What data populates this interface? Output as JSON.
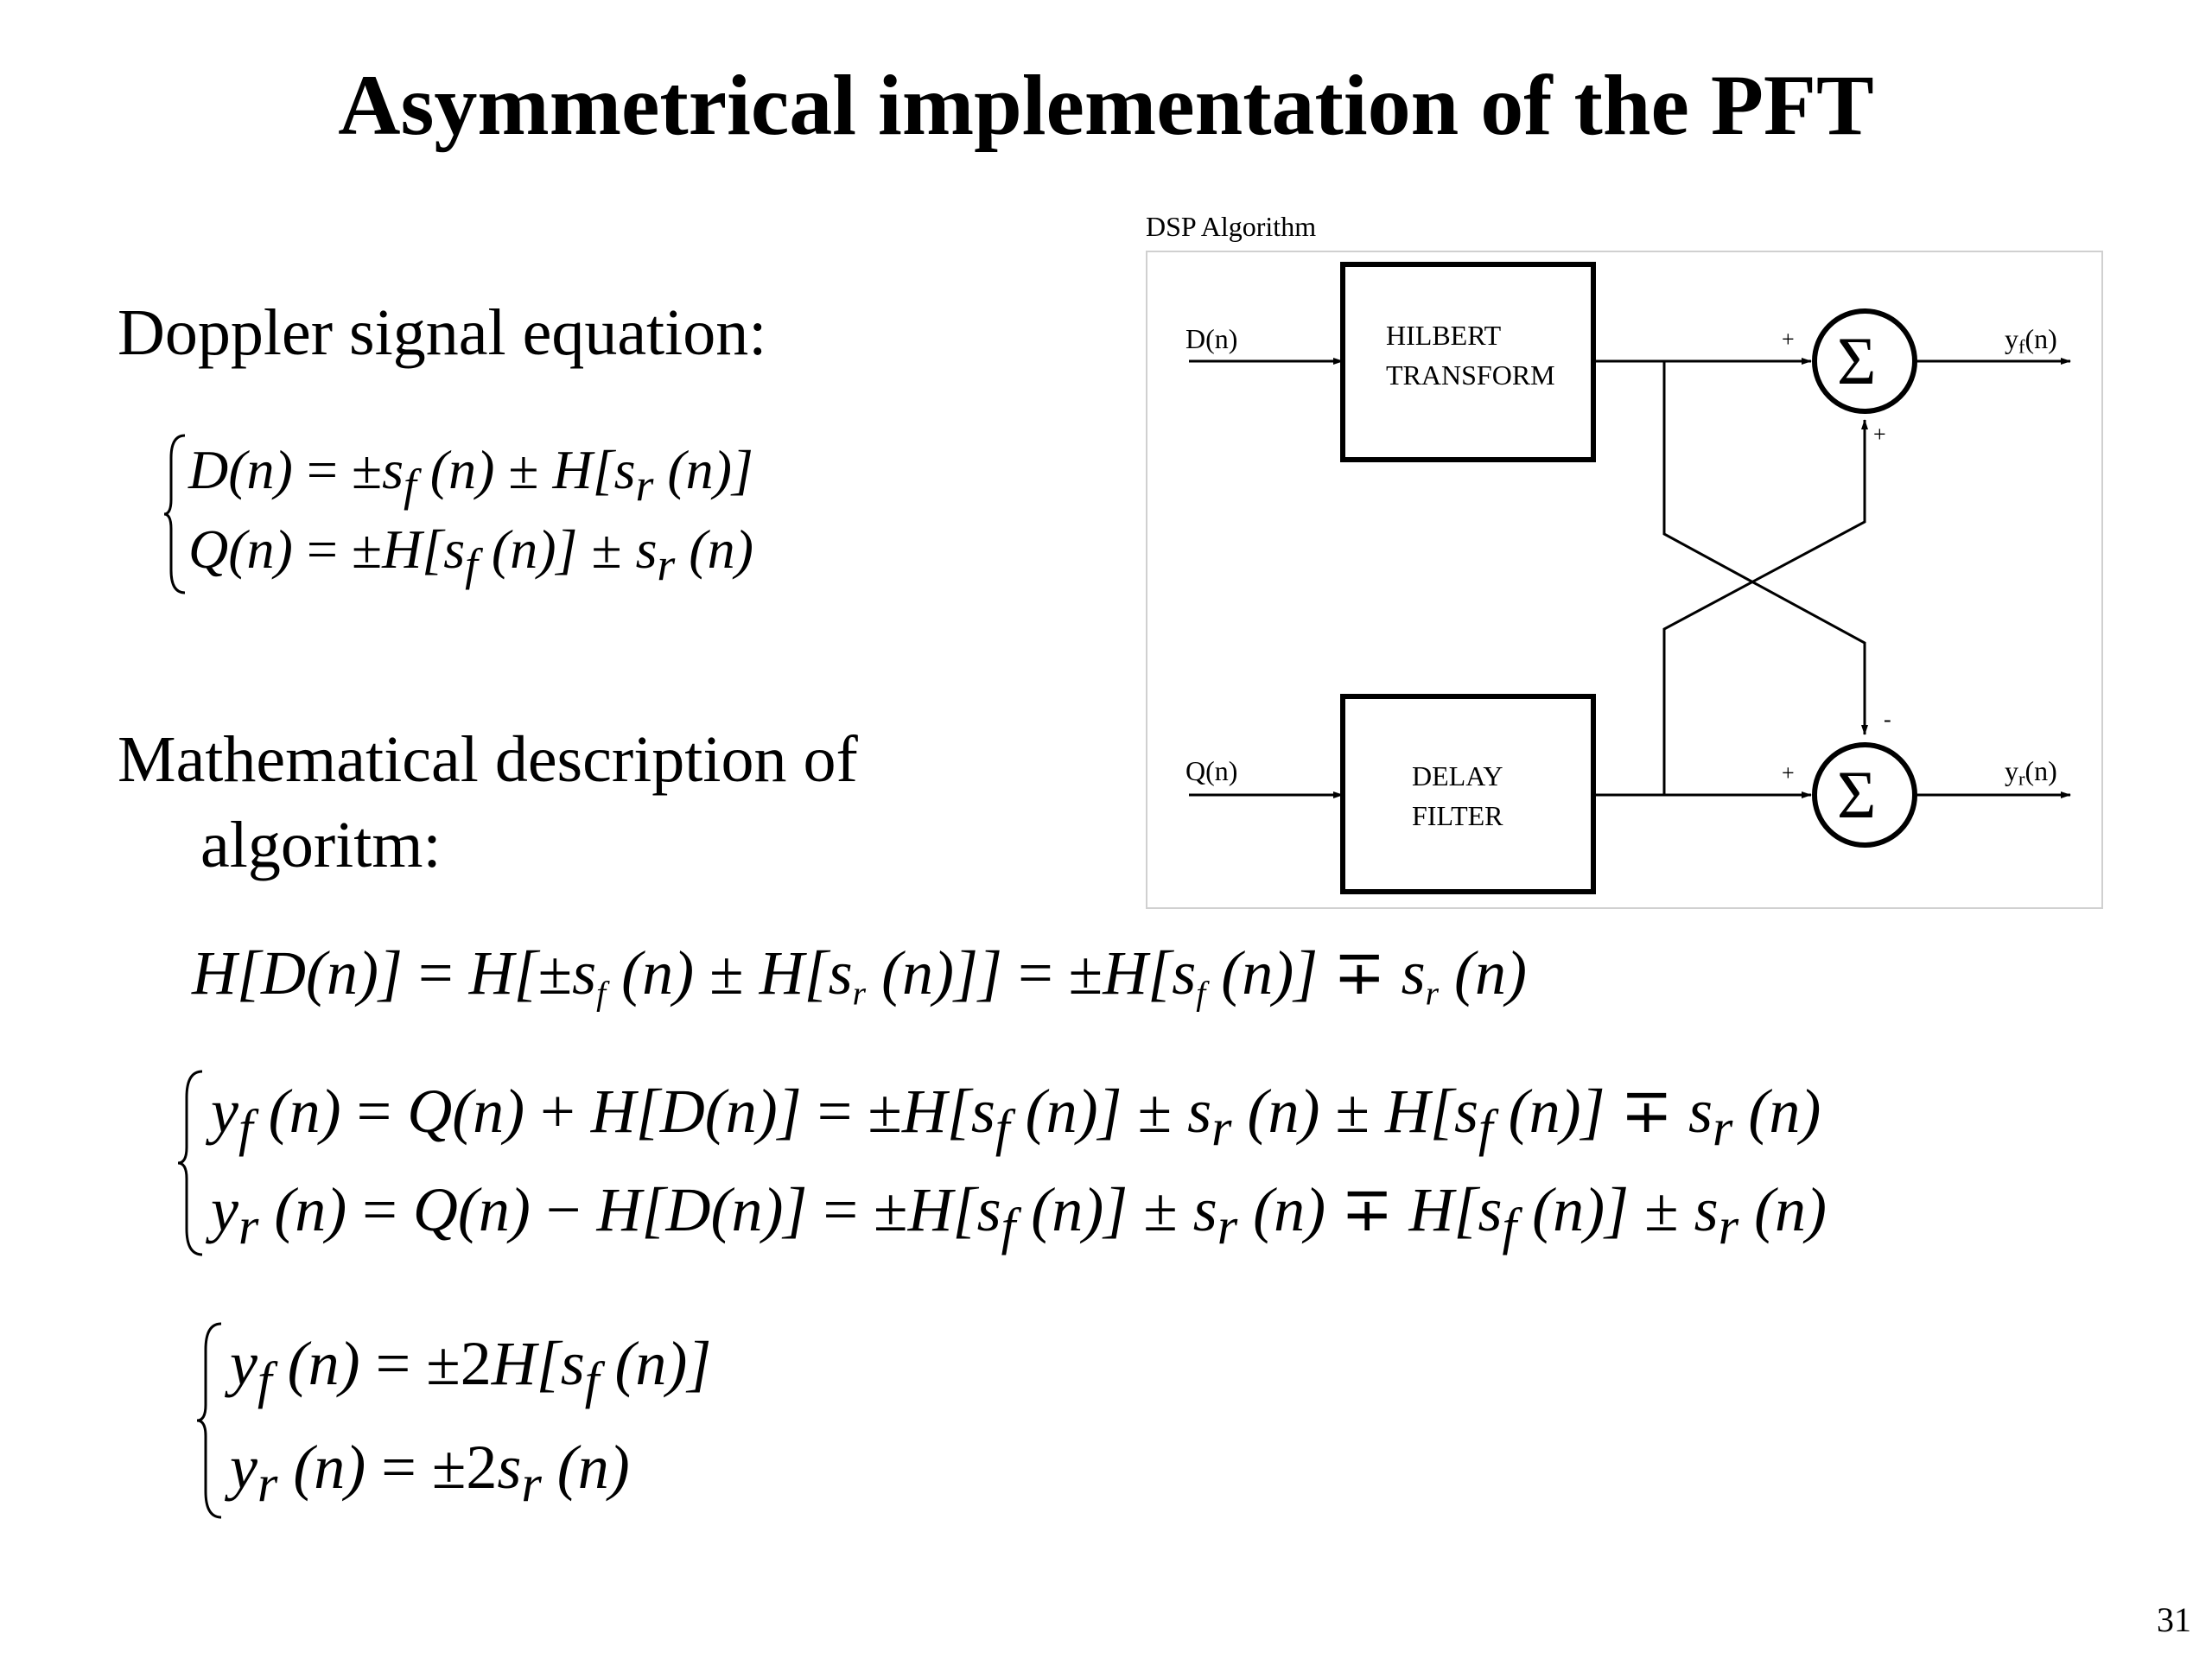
{
  "slide": {
    "title": "Asymmetrical implementation of the PFT",
    "page_number": "31"
  },
  "left": {
    "doppler_heading": "Doppler signal equation:",
    "math_heading_line1": "Mathematical description of",
    "math_heading_line2": "algoritm:"
  },
  "equations": {
    "doppler": [
      "D(n) = ±s_f(n) ± H[s_r(n)]",
      "Q(n) = ±H[s_f(n)] ± s_r(n)"
    ],
    "hilbert_of_D": "H[D(n)] = H[±s_f(n) ± H[s_r(n)]] = ±H[s_f(n)] ∓ s_r(n)",
    "outputs_expanded": [
      "y_f(n) = Q(n) + H[D(n)] = ±H[s_f(n)] ± s_r(n) ± H[s_f(n)] ∓ s_r(n)",
      "y_r(n) = Q(n) − H[D(n)] = ±H[s_f(n)] ± s_r(n) ∓ H[s_f(n)] ± s_r(n)"
    ],
    "outputs_result": [
      "y_f(n) = ±2H[s_f(n)]",
      "y_r(n) = ±2s_r(n)"
    ]
  },
  "diagram": {
    "caption": "DSP Algorithm",
    "input_top": "D(n)",
    "input_bottom": "Q(n)",
    "hilbert_line1": "HILBERT",
    "hilbert_line2": "TRANSFORM",
    "delay_line1": "DELAY",
    "delay_line2": "FILTER",
    "output_top_base": "y",
    "output_top_sub": "f",
    "output_top_rest": "(n)",
    "output_bottom_base": "y",
    "output_bottom_sub": "r",
    "output_bottom_rest": "(n)",
    "sum_symbol": "Σ",
    "sign_top_in": "+",
    "sign_top_cross": "+",
    "sign_bottom_in": "+",
    "sign_bottom_cross": "-"
  }
}
